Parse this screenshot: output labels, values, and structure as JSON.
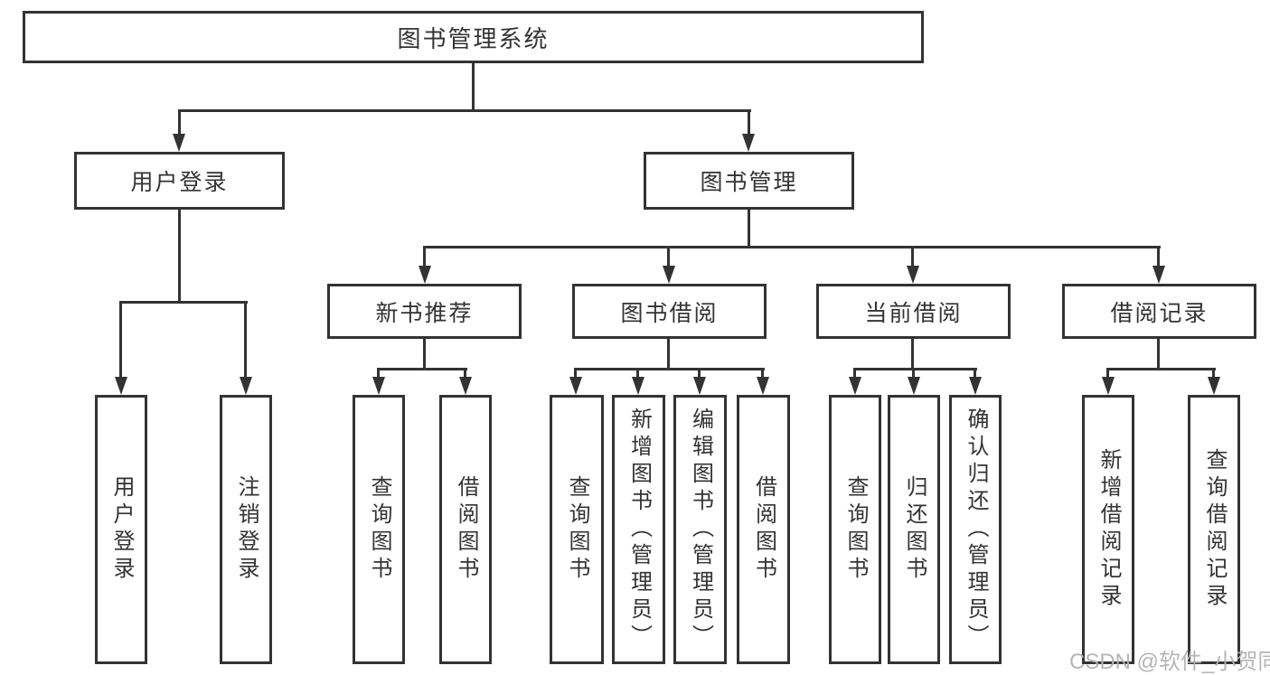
{
  "diagram": {
    "root_label": "图书管理系统",
    "level2": [
      {
        "label": "用户登录"
      },
      {
        "label": "图书管理"
      }
    ],
    "level3": [
      {
        "label": "新书推荐"
      },
      {
        "label": "图书借阅"
      },
      {
        "label": "当前借阅"
      },
      {
        "label": "借阅记录"
      }
    ],
    "leaves": [
      {
        "label": "用户登录"
      },
      {
        "label": "注销登录"
      },
      {
        "label": "查询图书"
      },
      {
        "label": "借阅图书"
      },
      {
        "label": "查询图书"
      },
      {
        "label": "新增图书（管理员）"
      },
      {
        "label": "编辑图书（管理员）"
      },
      {
        "label": "借阅图书"
      },
      {
        "label": "查询图书"
      },
      {
        "label": "归还图书"
      },
      {
        "label": "确认归还（管理员）"
      },
      {
        "label": "新增借阅记录"
      },
      {
        "label": "查询借阅记录"
      }
    ],
    "colors": {
      "line": "#333333",
      "text": "#333333",
      "background": "#ffffff",
      "watermark": "#b1b1b1"
    }
  },
  "watermark": {
    "text": "CSDN @软件_小贺同学"
  }
}
